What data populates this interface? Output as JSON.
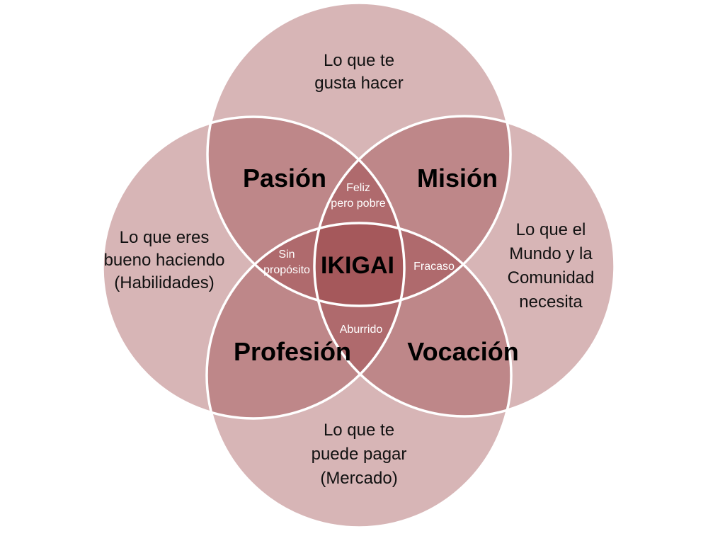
{
  "circles": {
    "top": [
      "Lo que te",
      "gusta hacer"
    ],
    "left": [
      "Lo que eres",
      "bueno haciendo",
      "(Habilidades)"
    ],
    "right": [
      "Lo que el",
      "Mundo y la",
      "Comunidad",
      "necesita"
    ],
    "bottom": [
      "Lo que te",
      "puede pagar",
      "(Mercado)"
    ]
  },
  "overlaps": {
    "pasion": "Pasión",
    "mision": "Misión",
    "profesion": "Profesión",
    "vocacion": "Vocación"
  },
  "triples": {
    "top": [
      "Feliz",
      "pero pobre"
    ],
    "left": [
      "Sin",
      "propósito"
    ],
    "right": "Fracaso",
    "bottom": "Aburrido"
  },
  "center": "IKIGAI",
  "colors": {
    "fill": "#963c3e",
    "stroke": "#ffffff"
  }
}
